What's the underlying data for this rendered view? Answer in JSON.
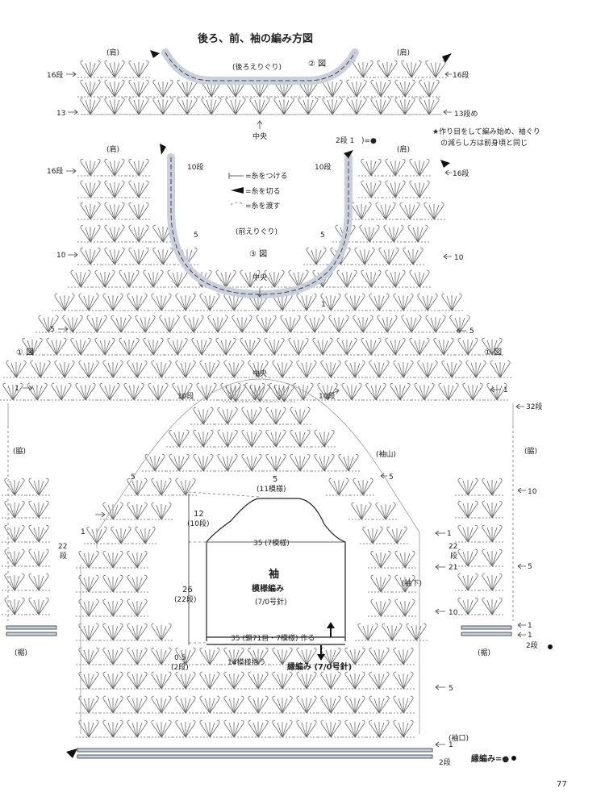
{
  "title": "後ろ、前、袖の編み方図",
  "page_number": "77",
  "back_body": {
    "shoulder_left": "(肩)",
    "shoulder_right": "(肩)",
    "neckline_label": "(後ろえりぐり)",
    "neckline_figure": "② 図",
    "row16_left": "16段",
    "row16_right": "16段",
    "row13_left": "13",
    "row13_right": "13段め",
    "center": "中央"
  },
  "front_body": {
    "shoulder_left": "(肩)",
    "shoulder_right": "(肩)",
    "row16_left": "16段",
    "row16_right": "16段",
    "row10_left_neck": "10段",
    "row10_right_neck": "10段",
    "row5_left_neck": "5",
    "row5_right_neck": "5",
    "row10_left": "10",
    "row10_right": "10",
    "row5_left": "5",
    "row5_right": "5",
    "row1_left": "1",
    "row1_right": "1",
    "row1_neck": "1",
    "row32": "32段",
    "row2_1": "2段 1",
    "row2_1_symbol": ")=●",
    "neckline_label": "(前えりぐり)",
    "neckline_figure": "③ 図",
    "center": "中央",
    "armhole_figure_left": "① 図",
    "armhole_figure_right": "① 図"
  },
  "star_note": {
    "line1": "★作り目をして編み始め、袖ぐり",
    "line2": "の減らし方は前身頃と同じ"
  },
  "legend": {
    "attach": "=糸をつける",
    "cut": "=糸を切る",
    "pass": "=糸を渡す"
  },
  "sides": {
    "side_left": "(脇)",
    "side_right": "(脇)",
    "hem_left": "(裾)",
    "hem_right": "(裾)",
    "side_row10": "10",
    "side_row5": "5",
    "side_row1": "1",
    "side_row1b": "1",
    "side_row2": "2段",
    "row22_left": "22",
    "row22_left_unit": "段",
    "row22_right": "22",
    "row22_right_unit": "段",
    "row1_left_side": "1"
  },
  "sleeve": {
    "center": "中央",
    "row10_left": "10段",
    "row10_right": "10段",
    "cap_label": "(袖山)",
    "cap_row5_left": "5",
    "cap_row5_right": "5",
    "cap_row1": "1",
    "row21": "21",
    "row10": "10",
    "row5": "5",
    "row1": "1",
    "row2": "2段",
    "underarm": "(袖下)",
    "cuff": "(袖口)",
    "edge_label": "縁編み=●"
  },
  "schematic": {
    "top_width": "5",
    "top_width_sub": "(11模様)",
    "cap_height": "12",
    "cap_height_sub": "(10段)",
    "mid_width": "35",
    "mid_width_sub": "(7模様)",
    "body_height": "26",
    "body_height_sub": "(22段)",
    "edge_height": "0.5",
    "edge_height_sub": "(2段)",
    "piece_name": "袖",
    "pattern_name": "模様編み",
    "hook": "(7/0号針)",
    "chain_note": "35 (鎖71目・7模様) 作る",
    "pickup_note": "14模様拾う",
    "edge_note": "縁編み (7/0号針)"
  }
}
